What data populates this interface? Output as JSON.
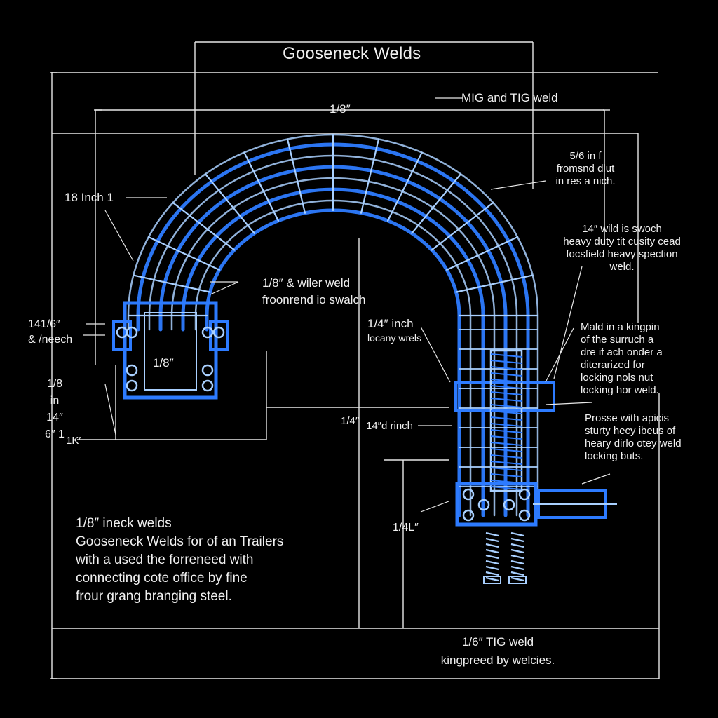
{
  "title": "Gooseneck Welds",
  "colors": {
    "background": "#000000",
    "structure": "#2d7bff",
    "highlight": "#a9d0ff",
    "dimension_lines": "#e8e8e8",
    "text": "#f2f2f2"
  },
  "labels": {
    "top_weld": "MIG and TIG weld",
    "top_dim": "1/8″",
    "left_top": "18 Inch 1",
    "right_top": [
      "5/6 in f",
      "fromsnd dlut",
      "in res a nich."
    ],
    "right_mid": [
      "14″ wild is swoch",
      "heavy duty tit cusity cead",
      "focsfield heavy spection",
      "weld."
    ],
    "inner_weld": [
      "1/8″ & wiler weld",
      "froonrend io swalch"
    ],
    "inner_inch": [
      "1/4″ inch",
      "locany wrels"
    ],
    "left_side": [
      "141/6″",
      "& /neech"
    ],
    "left_box": "1/8″",
    "left_stack": [
      "1/8",
      "in",
      "14″",
      "6″ 1"
    ],
    "left_bottom": "1K′",
    "center_dim": [
      "1/4″",
      "14″d rinch"
    ],
    "right_kingpin": [
      "Mald in a kingpin",
      "of the surruch a",
      "dre if ach onder a",
      "diterarized for",
      "locking nols nut",
      "locking hor weld."
    ],
    "right_prose": [
      "Prosse with apicis",
      "sturty hecy ibeus of",
      "heary dirlo otey weld",
      "locking buts."
    ],
    "bottom_dim_left": "1/4L″",
    "description": [
      "1/8″ ineck welds",
      "Gooseneck Welds for of an Trailers",
      "with a used the forreneed with",
      "connecting cote office by fine",
      "frour grang branging steel."
    ],
    "bottom_weld": [
      "1/6″ TIG weld",
      "kingpreed by welcies."
    ]
  }
}
